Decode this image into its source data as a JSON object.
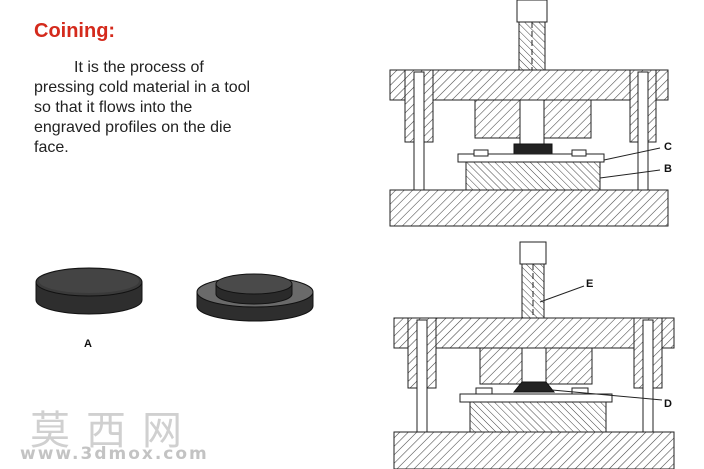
{
  "slide": {
    "title": "Coining:",
    "paragraph": [
      "It is the process of",
      "pressing cold material in a tool",
      "so that it flows into the",
      "engraved  profiles on the die",
      "face."
    ]
  },
  "figure": {
    "label_a": "A",
    "label_b": "B",
    "label_c": "C",
    "label_d": "D",
    "label_e": "E"
  },
  "watermark": {
    "chinese": "莫西网",
    "url": "www.3dmox.com"
  }
}
